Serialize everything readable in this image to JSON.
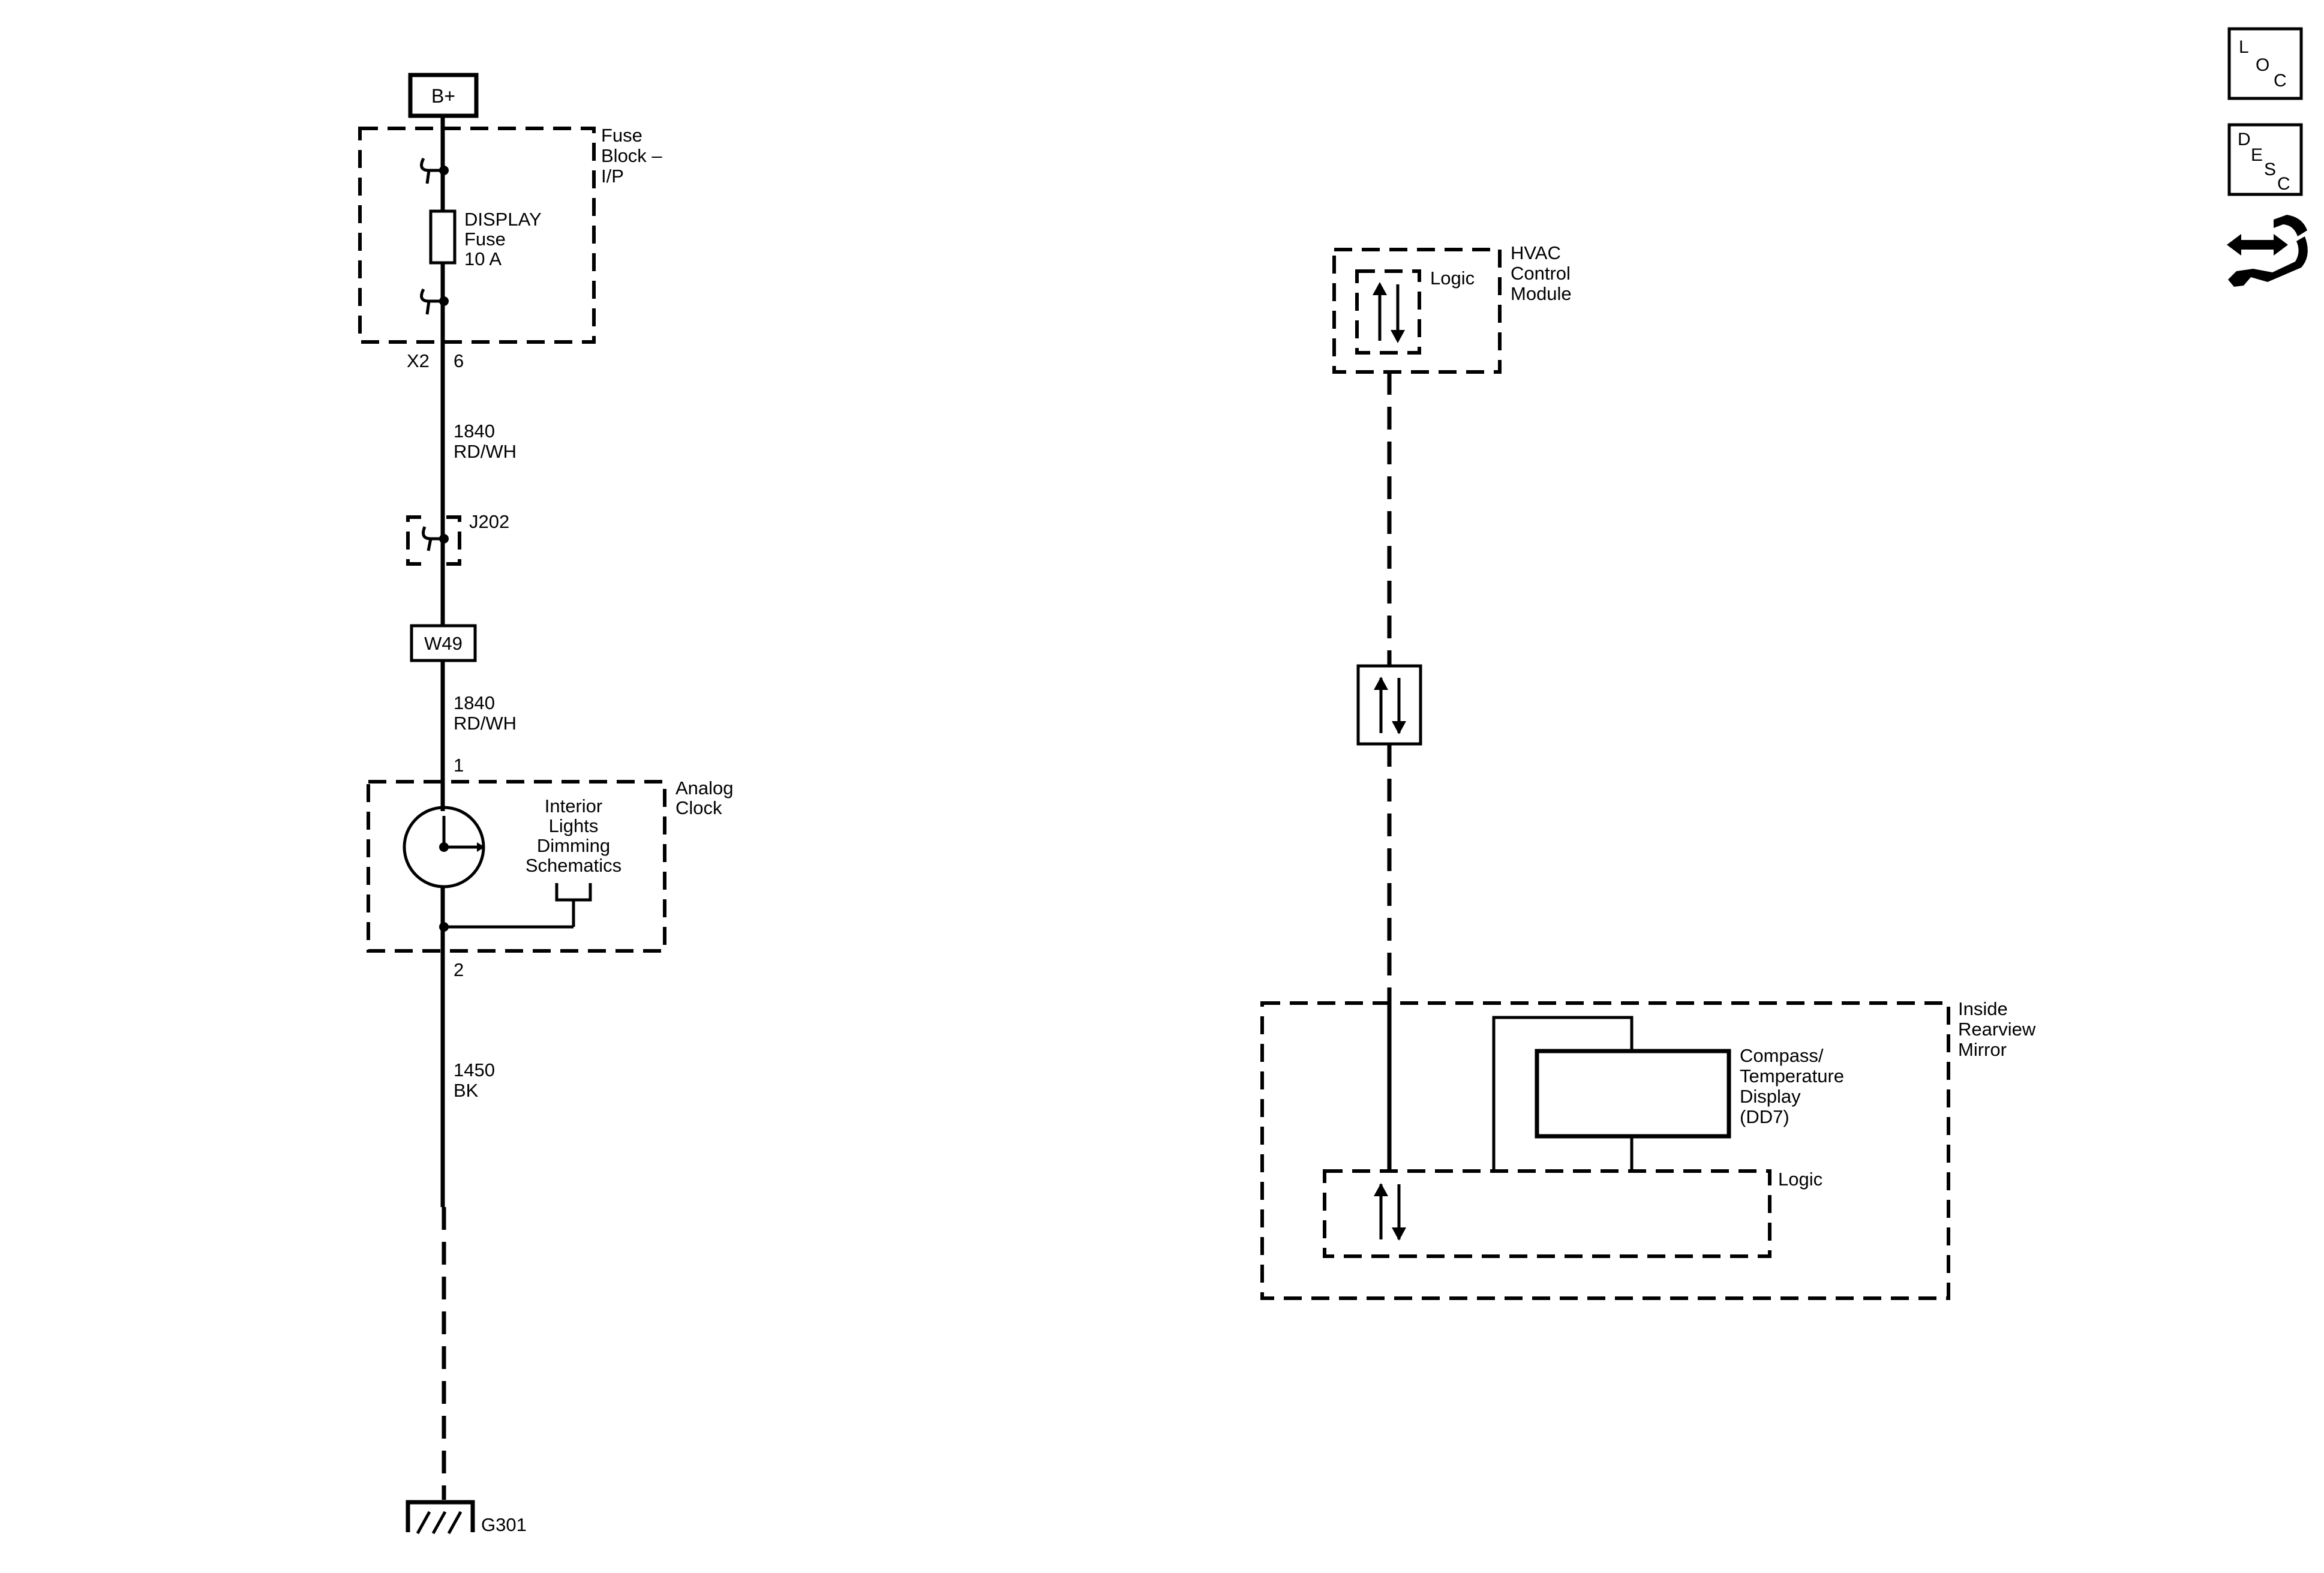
{
  "left_circuit": {
    "battery_label": "B+",
    "fuse_block_label": [
      "Fuse",
      "Block –",
      "I/P"
    ],
    "fuse_label": [
      "DISPLAY",
      "Fuse",
      "10 A"
    ],
    "fuse_block_connector": "X2",
    "fuse_block_pin": "6",
    "wire_1_circuit": "1840",
    "wire_1_color": "RD/WH",
    "splice_label": "J202",
    "connector_label": "W49",
    "wire_2_circuit": "1840",
    "wire_2_color": "RD/WH",
    "clock_pin_in": "1",
    "clock_label": [
      "Analog",
      "Clock"
    ],
    "dimming_ref": [
      "Interior",
      "Lights",
      "Dimming",
      "Schematics"
    ],
    "clock_pin_out": "2",
    "wire_3_circuit": "1450",
    "wire_3_color": "BK",
    "ground_label": "G301"
  },
  "right_circuit": {
    "hvac_logic_label": "Logic",
    "hvac_label": [
      "HVAC",
      "Control",
      "Module"
    ],
    "mirror_label": [
      "Inside",
      "Rearview",
      "Mirror"
    ],
    "display_label": [
      "Compass/",
      "Temperature",
      "Display",
      "(DD7)"
    ],
    "mirror_logic_label": "Logic"
  },
  "nav_icons": {
    "loc_letters": [
      "L",
      "O",
      "C"
    ],
    "desc_letters": [
      "D",
      "E",
      "S",
      "C"
    ],
    "service_icon": "wrench-hand-icon"
  }
}
